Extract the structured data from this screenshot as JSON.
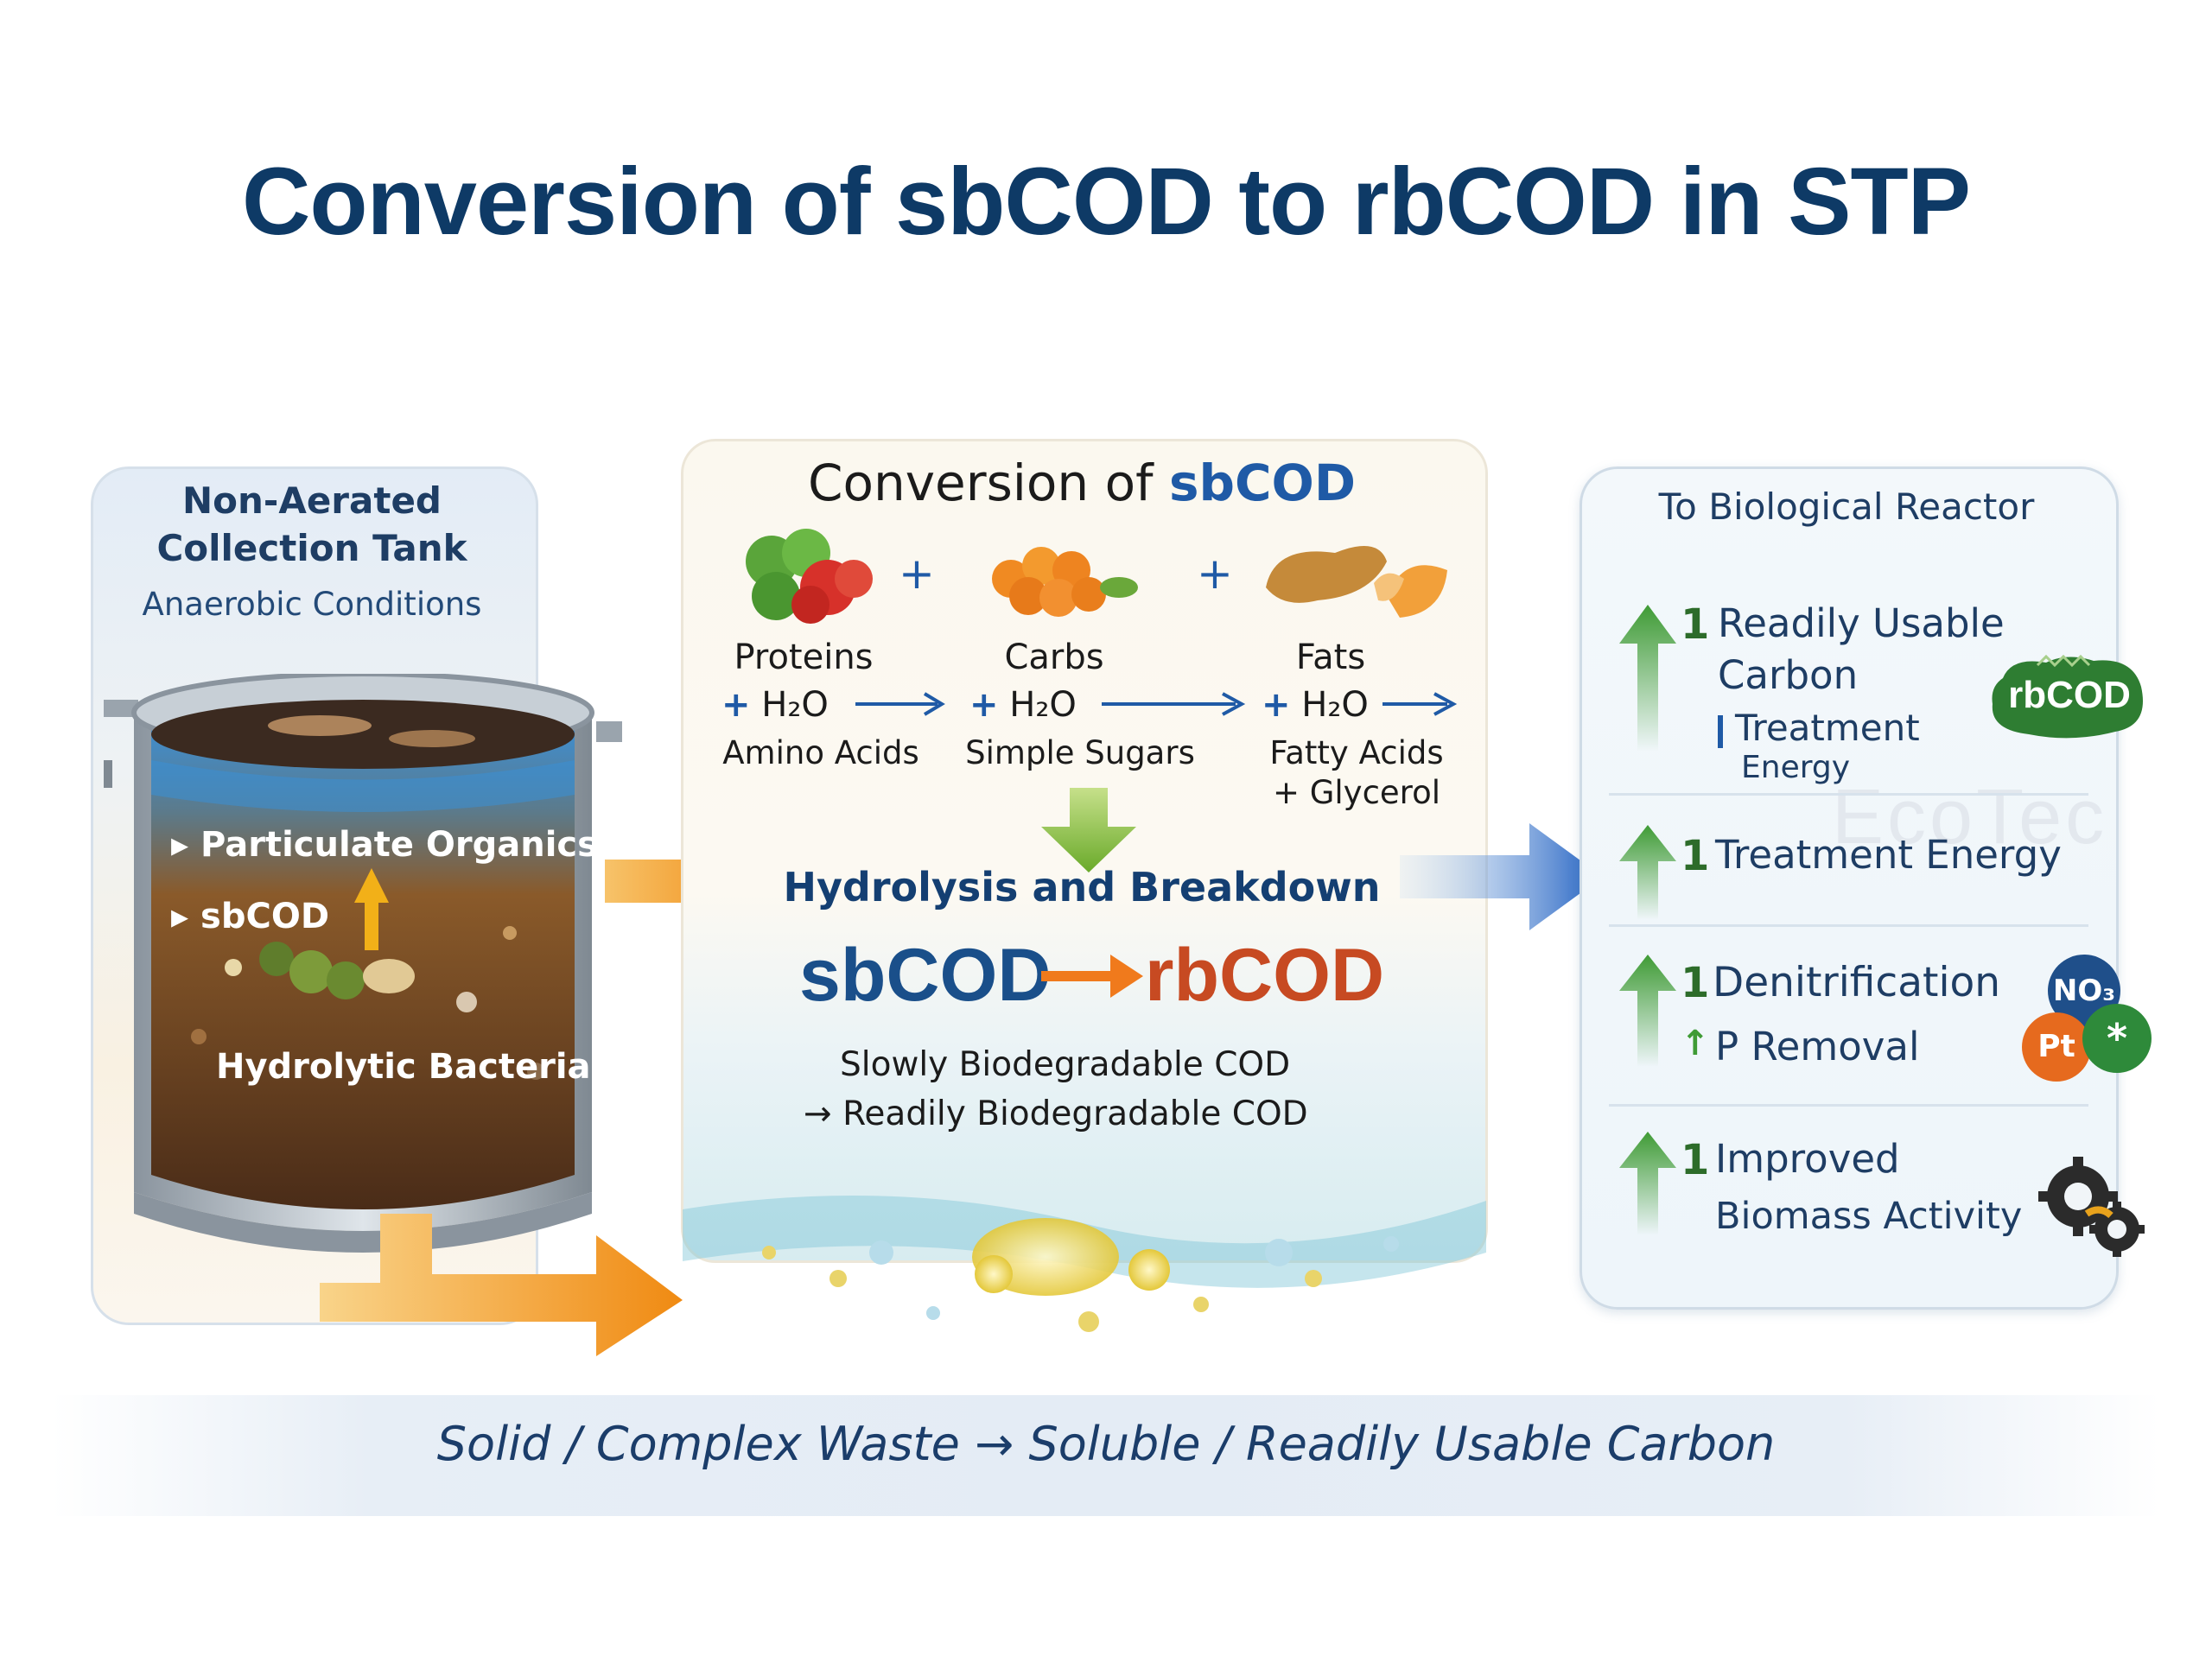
{
  "title": "Conversion of sbCOD to rbCOD in STP",
  "left": {
    "title_line1": "Non-Aerated",
    "title_line2": "Collection Tank",
    "subtitle": "Anaerobic Conditions",
    "label_particulate": "Particulate Organics",
    "label_sbcod": "sbCOD",
    "label_bacteria": "Hydrolytic Bacteria"
  },
  "middle": {
    "title_prefix": "Conversion of ",
    "title_highlight": "sbCOD",
    "plus": "+",
    "foods": [
      {
        "name": "Proteins",
        "eq_plus": "+",
        "eq": "H₂O",
        "product": "Amino Acids",
        "product2": ""
      },
      {
        "name": "Carbs",
        "eq_plus": "+",
        "eq": "H₂O",
        "product": "Simple Sugars",
        "product2": ""
      },
      {
        "name": "Fats",
        "eq_plus": "+",
        "eq": "H₂O",
        "product": "Fatty Acids",
        "product2": "+ Glycerol"
      }
    ],
    "hydrolysis": "Hydrolysis and Breakdown",
    "from": "sbCOD",
    "to": "rbCOD",
    "desc_line1": "Slowly Biodegradable COD",
    "desc_line2": "→ Readily Biodegradable COD"
  },
  "right": {
    "title": "To Biological Reactor",
    "items": [
      {
        "num": "1",
        "line1": "Readily Usable",
        "line2": "Carbon",
        "line3": "Treatment",
        "line4": "Energy"
      },
      {
        "num": "1",
        "line1": "Treatment Energy"
      },
      {
        "num": "1",
        "line1": "Denitrification",
        "sub_num": "↑",
        "line2": "P Removal"
      },
      {
        "num": "1",
        "line1": "Improved",
        "line2": "Biomass Activity"
      }
    ],
    "badge_rbcod": "rbCOD",
    "badge_no3": "NO₃",
    "badge_pt": "Pt",
    "badge_star": "*"
  },
  "watermark": "EcoTec",
  "bottom_caption": "Solid / Complex Waste → Soluble / Readily Usable Carbon",
  "colors": {
    "title": "#0e3a66",
    "accent_blue": "#1f5aa6",
    "accent_orange": "#f29a1c",
    "accent_green": "#3f9b35",
    "rbcod_red": "#c74a22"
  }
}
